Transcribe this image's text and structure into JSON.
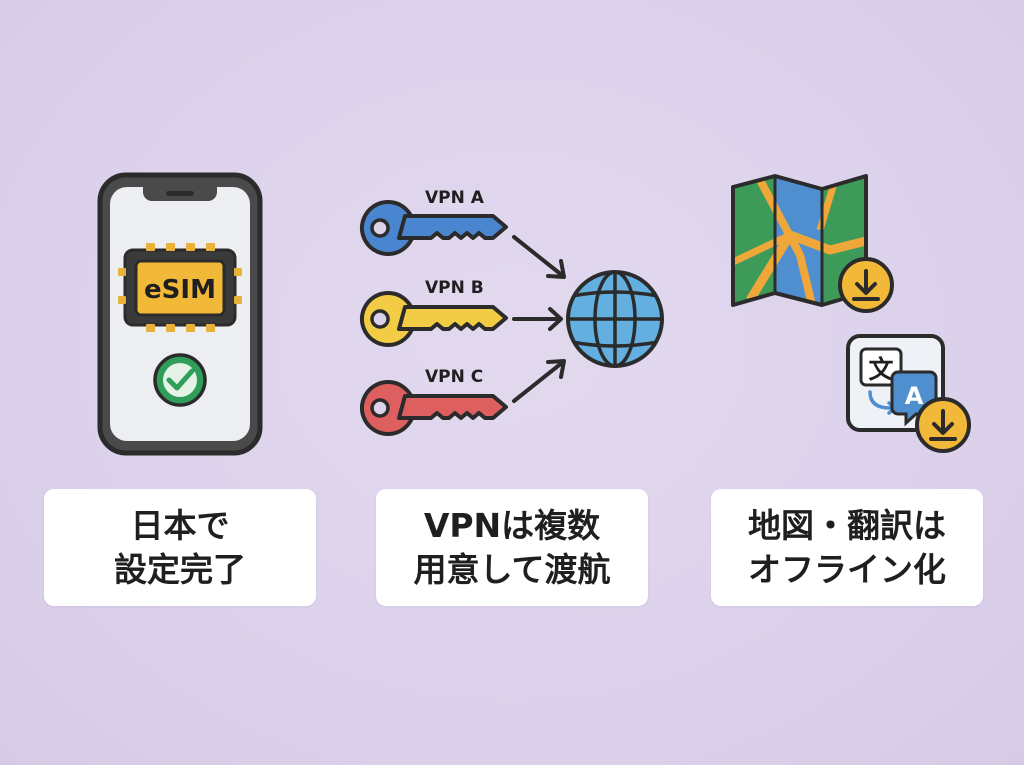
{
  "colors": {
    "background": "#ddd3ec",
    "outline": "#2b2b2b",
    "chip_gold": "#f2b938",
    "check_green": "#2e9e58",
    "key_blue": "#4a86cf",
    "key_yellow": "#f3cc45",
    "key_red": "#de5f5f",
    "globe_blue": "#62afe0",
    "map_green": "#3e9a58",
    "map_blue": "#4f8fd0",
    "map_orange": "#f0a73a"
  },
  "phone": {
    "chip_label": "eSIM",
    "icons": [
      "smartphone-icon",
      "esim-chip-icon",
      "check-circle-icon"
    ]
  },
  "vpn": {
    "keys": [
      {
        "label": "VPN A",
        "color": "#4a86cf"
      },
      {
        "label": "VPN B",
        "color": "#f3cc45"
      },
      {
        "label": "VPN C",
        "color": "#de5f5f"
      }
    ],
    "icons": [
      "key-icon",
      "arrow-icon",
      "globe-icon"
    ]
  },
  "offline": {
    "translate_source_glyph": "文",
    "translate_target_glyph": "A",
    "icons": [
      "folded-map-icon",
      "download-icon",
      "translate-icon"
    ]
  },
  "cards": [
    {
      "line1": "日本で",
      "line2": "設定完了"
    },
    {
      "line1": "VPNは複数",
      "line2": "用意して渡航"
    },
    {
      "line1": "地図・翻訳は",
      "line2": "オフライン化"
    }
  ]
}
